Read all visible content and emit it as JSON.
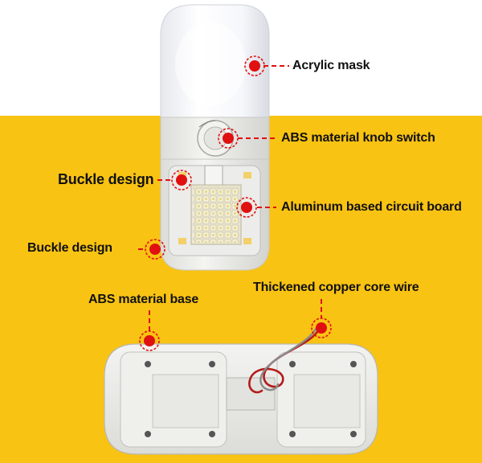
{
  "colors": {
    "background_top": "#ffffff",
    "background_bottom": "#f9c313",
    "marker": "#e01010",
    "text": "#111111"
  },
  "callouts": [
    {
      "id": "acrylic-mask",
      "text": "Acrylic mask"
    },
    {
      "id": "abs-knob-switch",
      "text": "ABS material knob switch"
    },
    {
      "id": "buckle-top",
      "text": "Buckle design"
    },
    {
      "id": "aluminum-board",
      "text": "Aluminum based circuit board"
    },
    {
      "id": "buckle-bottom",
      "text": "Buckle design"
    },
    {
      "id": "abs-base",
      "text": "ABS material base"
    },
    {
      "id": "copper-wire",
      "text": "Thickened copper core wire"
    }
  ]
}
